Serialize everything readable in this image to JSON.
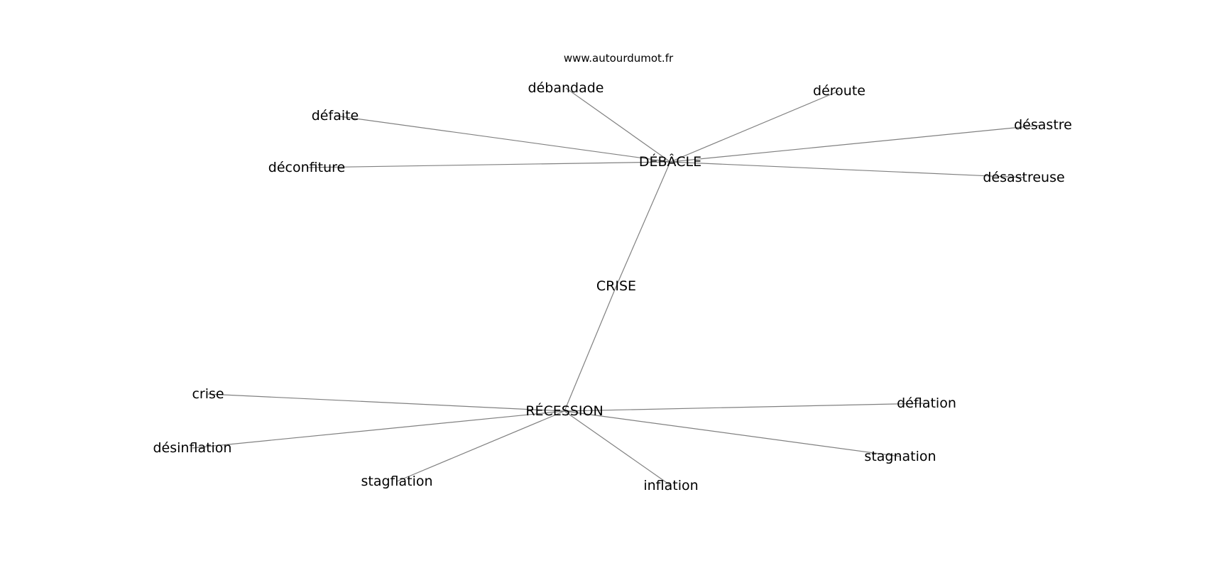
{
  "title": "www.autourdumot.fr",
  "nodes": {
    "debacle": "DÉBÂCLE",
    "crise_hub": "CRISE",
    "recession": "RÉCESSION",
    "debandade": "débandade",
    "deroute": "déroute",
    "defaite": "défaite",
    "desastre": "désastre",
    "deconfiture": "déconfiture",
    "desastreuse": "désastreuse",
    "crise": "crise",
    "desinflation": "désinflation",
    "stagflation": "stagflation",
    "inflation": "inflation",
    "deflation": "déflation",
    "stagnation": "stagnation"
  },
  "edges": [
    [
      "debacle",
      "debandade"
    ],
    [
      "debacle",
      "deroute"
    ],
    [
      "debacle",
      "defaite"
    ],
    [
      "debacle",
      "desastre"
    ],
    [
      "debacle",
      "deconfiture"
    ],
    [
      "debacle",
      "desastreuse"
    ],
    [
      "debacle",
      "crise_hub"
    ],
    [
      "crise_hub",
      "recession"
    ],
    [
      "recession",
      "crise"
    ],
    [
      "recession",
      "desinflation"
    ],
    [
      "recession",
      "stagflation"
    ],
    [
      "recession",
      "inflation"
    ],
    [
      "recession",
      "deflation"
    ],
    [
      "recession",
      "stagnation"
    ]
  ],
  "colors": {
    "edge": "#808080",
    "text": "#000000"
  }
}
